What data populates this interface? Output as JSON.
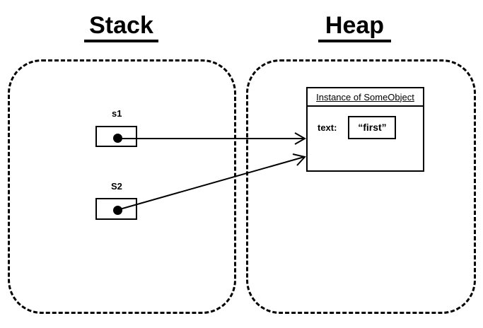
{
  "diagram": {
    "regions": [
      {
        "key": "stack",
        "title": "Stack"
      },
      {
        "key": "heap",
        "title": "Heap"
      }
    ],
    "stack_variables": [
      {
        "name": "s1",
        "value_kind": "reference-dot",
        "points_to": "Instance of SomeObject"
      },
      {
        "name": "S2",
        "value_kind": "reference-dot",
        "points_to": "Instance of SomeObject"
      }
    ],
    "heap_object": {
      "header": "Instance of SomeObject",
      "fields": [
        {
          "label": "text:",
          "value": "“first”"
        }
      ]
    },
    "arrows": [
      {
        "from": "s1",
        "to": "Instance of SomeObject",
        "style": "solid-open-arrowhead"
      },
      {
        "from": "S2",
        "to": "Instance of SomeObject",
        "style": "solid-open-arrowhead"
      }
    ],
    "colors": {
      "stroke": "#000000",
      "background": "#ffffff"
    }
  }
}
